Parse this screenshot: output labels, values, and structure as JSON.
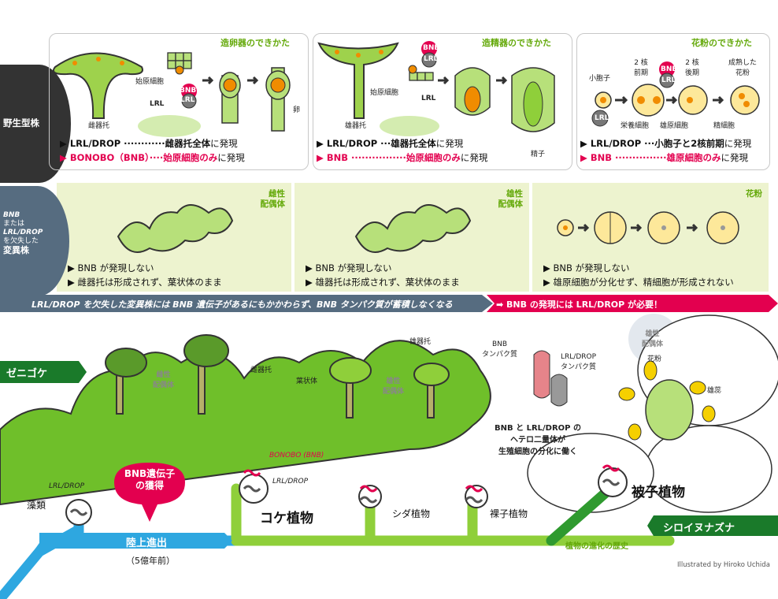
{
  "colors": {
    "green": "#64a90a",
    "lightgreen": "#8fcf3a",
    "pink": "#e3004f",
    "blue": "#2ea7e0",
    "dark": "#333333",
    "grey": "#566c80"
  },
  "rows": {
    "wild": "野生型株",
    "mutant": [
      "BNB",
      "または",
      "LRL/DROP",
      "を欠失した",
      "変異株"
    ]
  },
  "panel1": {
    "title": "造卵器のできかた",
    "labels": {
      "stalk": "雌器托",
      "cell": "始原細胞",
      "egg": "卵",
      "bnb": "BNB",
      "lrl": "LRL",
      "lrl2": "LRL"
    },
    "line1": {
      "a": "▶ LRL/DROP ············",
      "b": "雌器托全体",
      "c": "に発現"
    },
    "line2": {
      "a": "▶ BONOBO（BNB）····",
      "b": "始原細胞のみ",
      "c": "に発現"
    }
  },
  "panel2": {
    "title": "造精器のできかた",
    "labels": {
      "stalk": "雄器托",
      "cell": "始原細胞",
      "sperm": "精子",
      "bnb": "BNB",
      "lrl": "LRL",
      "lrl2": "LRL"
    },
    "line1": {
      "a": "▶ LRL/DROP ···",
      "b": "雄器托全体",
      "c": "に発現"
    },
    "line2": {
      "a": "▶ BNB ················",
      "b": "始原細胞のみ",
      "c": "に発現"
    }
  },
  "panel3": {
    "title": "花粉のできかた",
    "labels": {
      "micro": "小胞子",
      "early": "2 核\n前期",
      "late": "2 核\n後期",
      "mature": "成熟した\n花粉",
      "veg": "栄養細胞",
      "gen": "雄原細胞",
      "spc": "精細胞",
      "bnb": "BNB",
      "lrl": "LRL",
      "lrl2": "LRL"
    },
    "line1": {
      "a": "▶ LRL/DROP ···",
      "b": "小胞子と2核前期",
      "c": "に発現"
    },
    "line2": {
      "a": "▶ BNB ···············",
      "b": "雄原細胞のみ",
      "c": "に発現"
    }
  },
  "mut1": {
    "title": "雌性\n配偶体",
    "l1": "▶ BNB が発現しない",
    "l2": "▶ 雌器托は形成されず、葉状体のまま"
  },
  "mut2": {
    "title": "雄性\n配偶体",
    "l1": "▶ BNB が発現しない",
    "l2": "▶ 雄器托は形成されず、葉状体のまま"
  },
  "mut3": {
    "title": "花粉",
    "l1": "▶ BNB が発現しない",
    "l2": "▶ 雄原細胞が分化せず、精細胞が形成されない"
  },
  "band": {
    "left": "LRL/DROP を欠失した変異株には BNB 遺伝子があるにもかかわらず、BNB タンパク質が蓄積しなくなる",
    "right": "➡ BNB の発現には LRL/DROP が必要！"
  },
  "bottom": {
    "zeni": "ゼニゴケ",
    "shiroinu": "シロイヌナズナ",
    "female": "雌性\n配偶体",
    "male": "雄性\n配偶体",
    "male2": "雄性\n配偶体",
    "femaleStalk": "雌器托",
    "maleStalk": "雄器托",
    "thallus": "葉状体",
    "pollen": "花粉",
    "stamen": "雄蕊",
    "bnbProtein": "BNB\nタンパク質",
    "lrlProtein": "LRL/DROP\nタンパク質",
    "hetero": "BNB と LRL/DROP の\nヘテロ二量体が\n生殖細胞の分化に働く",
    "bonobo": "BONOBO (BNB)",
    "lrlDrop": "LRL/DROP",
    "lrlDrop2": "LRL/DROP",
    "algae": "藻類",
    "bnbGain": "BNB遺伝子\nの獲得",
    "land": "陸上進出",
    "age": "（5億年前）",
    "moss": "コケ植物",
    "fern": "シダ植物",
    "gymno": "裸子植物",
    "angio": "被子植物",
    "history": "植物の進化の歴史",
    "credit": "Illustrated by Hiroko Uchida"
  }
}
